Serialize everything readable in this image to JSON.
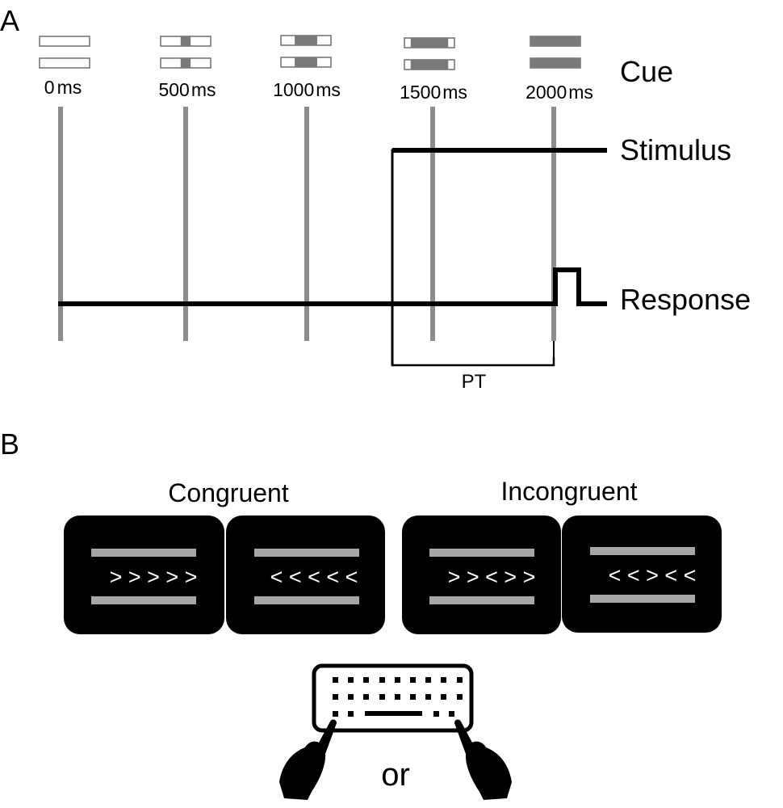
{
  "panel_a": {
    "label": "A",
    "cue_label": "Cue",
    "stimulus_label": "Stimulus",
    "response_label": "Response",
    "pt_label": "PT",
    "timepoints": [
      {
        "num": "0",
        "unit": "ms",
        "fill": 0.0
      },
      {
        "num": "500",
        "unit": "ms",
        "fill": 0.2
      },
      {
        "num": "1000",
        "unit": "ms",
        "fill": 0.45
      },
      {
        "num": "1500",
        "unit": "ms",
        "fill": 0.75
      },
      {
        "num": "2000",
        "unit": "ms",
        "fill": 1.0
      }
    ]
  },
  "panel_b": {
    "label": "B",
    "congruent_label": "Congruent",
    "incongruent_label": "Incongruent",
    "trials": [
      {
        "arrows": "> > > > >"
      },
      {
        "arrows": "< < < < <"
      },
      {
        "arrows": "> > < > >"
      },
      {
        "arrows": "< < > < <"
      }
    ],
    "or_label": "or"
  },
  "colors": {
    "line": "#000000",
    "gray_line": "#8c8c8c",
    "cue_fill": "#7a7a7a",
    "screen_bg": "#000000",
    "screen_bar": "#a6a6a6",
    "arrow_text": "#ffffff"
  }
}
